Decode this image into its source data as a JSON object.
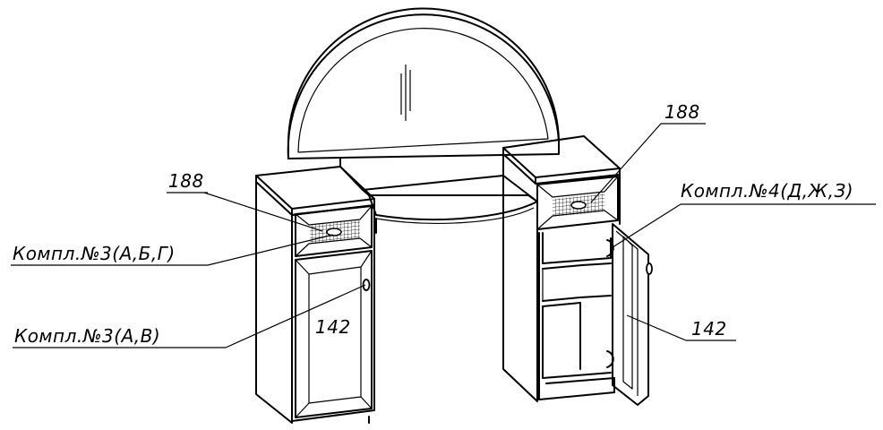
{
  "labels": {
    "drawer_left_code": "188",
    "drawer_right_code": "188",
    "kit_left_drawer": "Компл.№3(А,Б,Г)",
    "kit_left_door": "Компл.№3(А,В)",
    "kit_right": "Компл.№4(Д,Ж,З)",
    "door_left_code": "142",
    "door_right_code": "142"
  }
}
